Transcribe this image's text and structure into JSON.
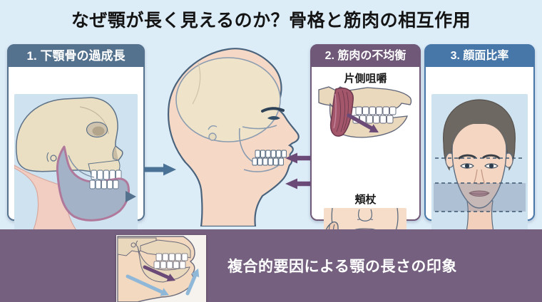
{
  "page": {
    "title": "なぜ顎が長く見えるのか？骨格と筋肉の相互作用"
  },
  "panels": {
    "overgrowth": {
      "heading": "1. 下顎骨の過成長"
    },
    "muscle": {
      "heading": "2. 筋肉の不均衡",
      "item1": "片側咀嚼",
      "item2": "頬杖"
    },
    "ratio": {
      "heading": "3. 顔面比率"
    }
  },
  "footer": {
    "caption": "複合的要因による顎の長さの印象"
  },
  "icons": {
    "arrow_right": "→",
    "arrow_left": "←",
    "triangle_left": "◀"
  },
  "colors": {
    "page_background": "#ddedf8",
    "panel_overgrowth_accent": "#54718e",
    "panel_muscle_accent": "#6f5878",
    "panel_ratio_accent": "#4677a8",
    "footer_background": "#75617f",
    "illustration_background": "#cfe2ef",
    "bone": "#ebdfc3",
    "skin": "#f5d9c6",
    "mandible_highlight": "#a3b2c6",
    "mandible_outline": "#b0799c",
    "muscle_fill": "#a4566a",
    "arrow_blue": "#4a7296",
    "arrow_purple": "#6b4a78",
    "arrow_light_blue": "#8fb7d7",
    "proportion_band": "rgba(105,125,155,0.33)"
  }
}
